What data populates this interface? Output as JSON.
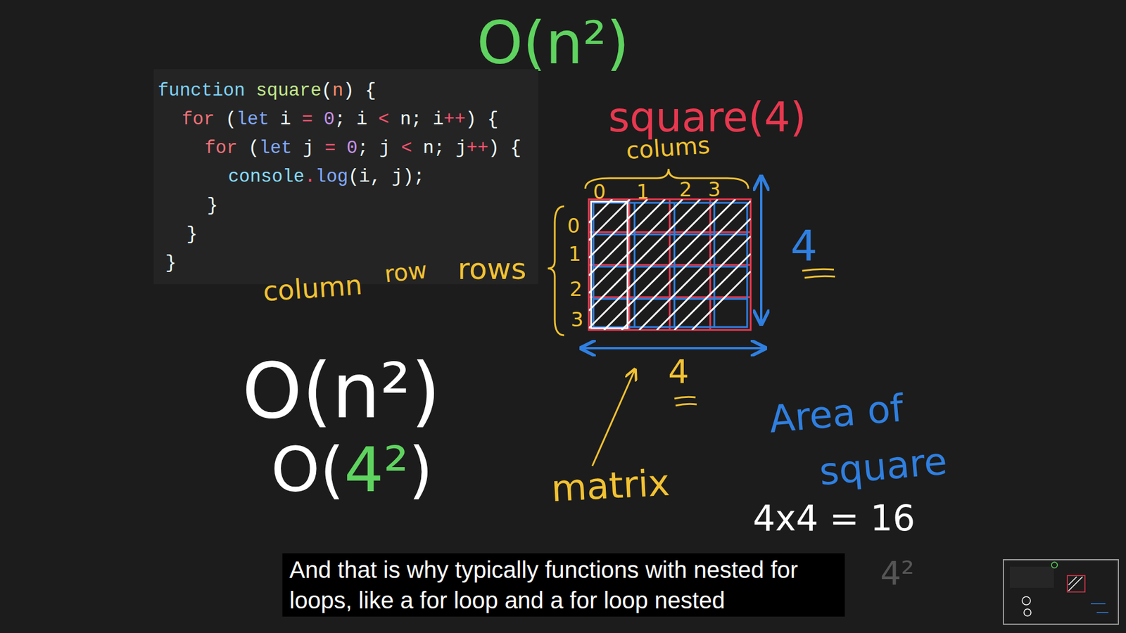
{
  "diagram": {
    "title": "O(n²)",
    "caption": "And that is why typically functions with nested for loops, like a for loop and a for loop nested",
    "nodes": [
      {
        "text": [
          "function square(n) {",
          "for (let i = 0; i < n; i++) {",
          "for (let j = 0; j < n; j++) {",
          "console.log(i, j);",
          "}",
          "}",
          "}"
        ]
      }
    ],
    "edges": [],
    "labels": [
      "square(4)",
      "colums",
      "0",
      "1",
      "2",
      "3",
      "0",
      "1",
      "2",
      "3",
      "rows",
      "column",
      "row",
      "4",
      "4",
      "matrix",
      "O(n²)",
      "O(4²)",
      "Area of",
      "square",
      "4x4 = 16",
      "4²"
    ]
  }
}
